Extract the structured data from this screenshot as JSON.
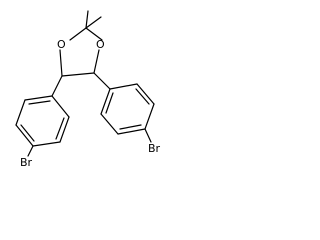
{
  "molecule": {
    "atoms": {
      "oxygen_left": "O",
      "oxygen_right": "O",
      "bromine_right": "Br",
      "bromine_bottom": "Br"
    },
    "colors": {
      "bond": "#000000",
      "label": "#000000",
      "background": "#ffffff"
    }
  }
}
